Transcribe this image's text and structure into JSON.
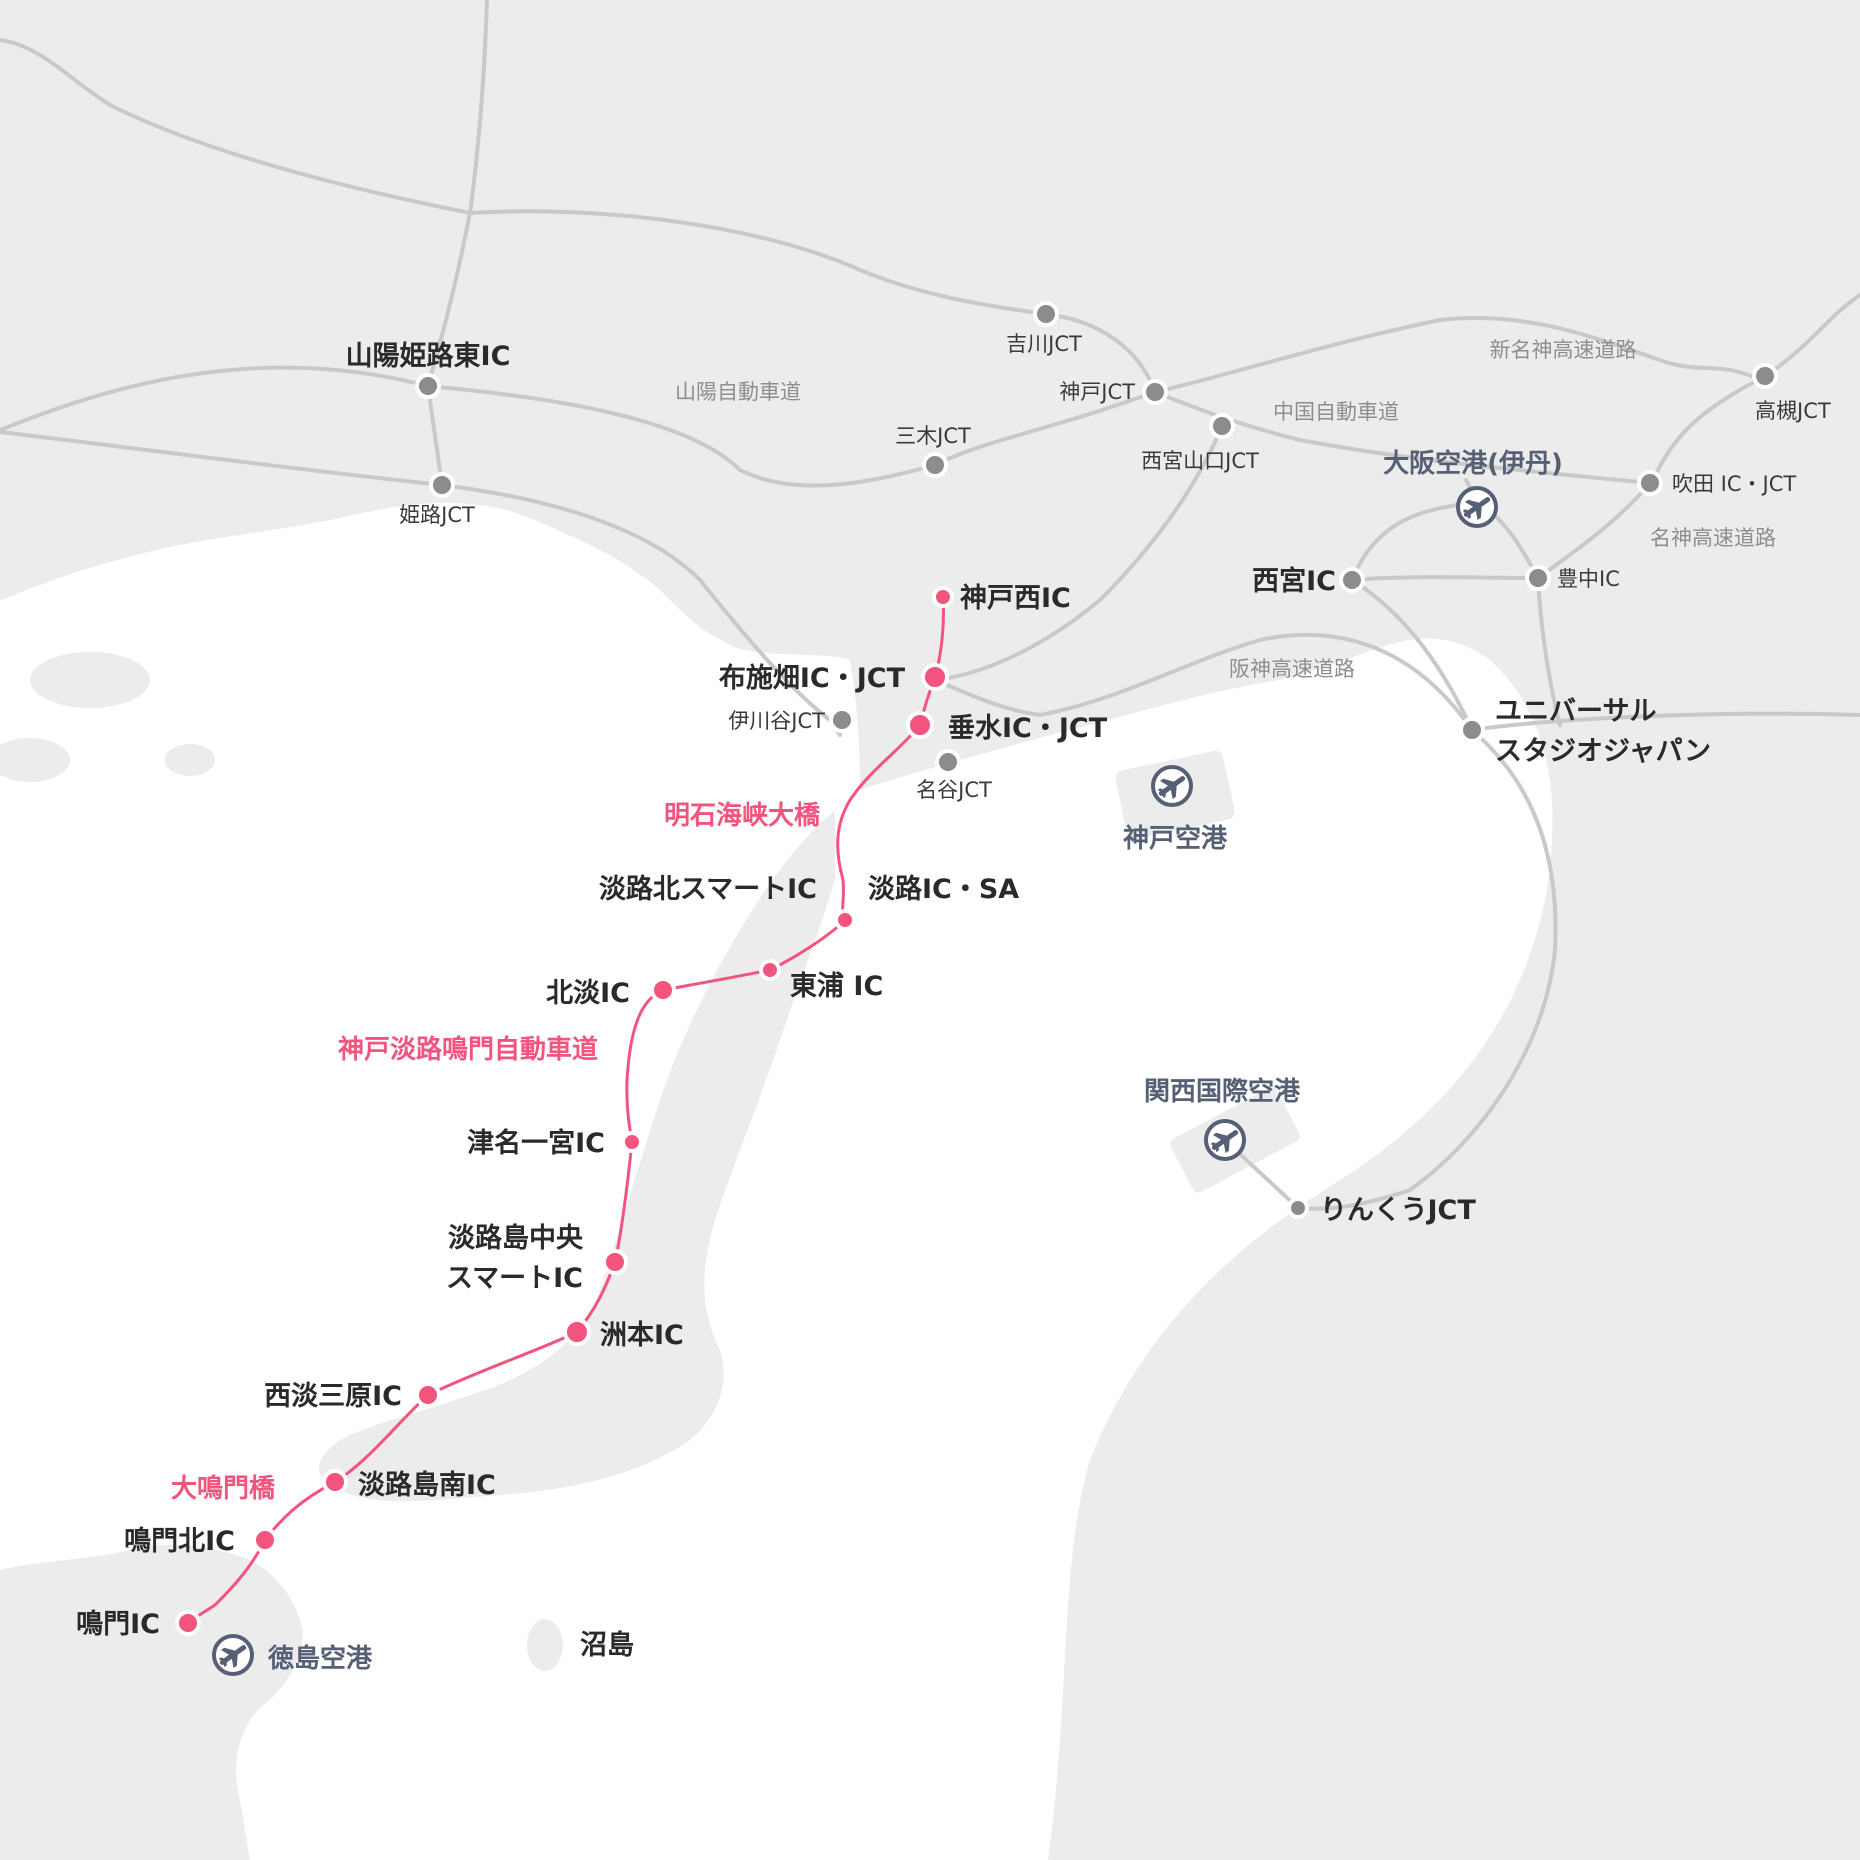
{
  "colors": {
    "land": "#ececec",
    "sea": "#ffffff",
    "road": "#c9c9c9",
    "route": "#f2547d",
    "gray_node": "#8c8c8c",
    "airport": "#566075"
  },
  "route_nodes": [
    {
      "label": "神戸西IC"
    },
    {
      "label": "布施畑IC・JCT"
    },
    {
      "label": "垂水IC・JCT"
    },
    {
      "label": "淡路北スマートIC"
    },
    {
      "label": "淡路IC・SA"
    },
    {
      "label": "東浦 IC"
    },
    {
      "label": "北淡IC"
    },
    {
      "label": "津名一宮IC"
    },
    {
      "label": "淡路島中央"
    },
    {
      "label": "スマートIC"
    },
    {
      "label": "洲本IC"
    },
    {
      "label": "西淡三原IC"
    },
    {
      "label": "淡路島南IC"
    },
    {
      "label": "鳴門北IC"
    },
    {
      "label": "鳴門IC"
    }
  ],
  "bridges": [
    {
      "label": "明石海峡大橋"
    },
    {
      "label": "大鳴門橋"
    }
  ],
  "route_name": "神戸淡路鳴門自動車道",
  "major_places": [
    {
      "label": "山陽姫路東IC"
    },
    {
      "label": "西宮IC"
    },
    {
      "label": "ユニバーサル"
    },
    {
      "label": "スタジオジャパン"
    },
    {
      "label": "りんくうJCT"
    },
    {
      "label": "沼島"
    }
  ],
  "minor_places": [
    {
      "label": "姫路JCT"
    },
    {
      "label": "吉川JCT"
    },
    {
      "label": "神戸JCT"
    },
    {
      "label": "三木JCT"
    },
    {
      "label": "西宮山口JCT"
    },
    {
      "label": "伊川谷JCT"
    },
    {
      "label": "名谷JCT"
    },
    {
      "label": "高槻JCT"
    },
    {
      "label": "吹田 IC・JCT"
    },
    {
      "label": "豊中IC"
    }
  ],
  "road_names": [
    {
      "label": "山陽自動車道"
    },
    {
      "label": "中国自動車道"
    },
    {
      "label": "新名神高速道路"
    },
    {
      "label": "名神高速道路"
    },
    {
      "label": "阪神高速道路"
    }
  ],
  "airports": [
    {
      "label": "大阪空港(伊丹)",
      "icon": "airplane-icon"
    },
    {
      "label": "神戸空港",
      "icon": "airplane-icon"
    },
    {
      "label": "関西国際空港",
      "icon": "airplane-icon"
    },
    {
      "label": "徳島空港",
      "icon": "airplane-icon"
    }
  ]
}
